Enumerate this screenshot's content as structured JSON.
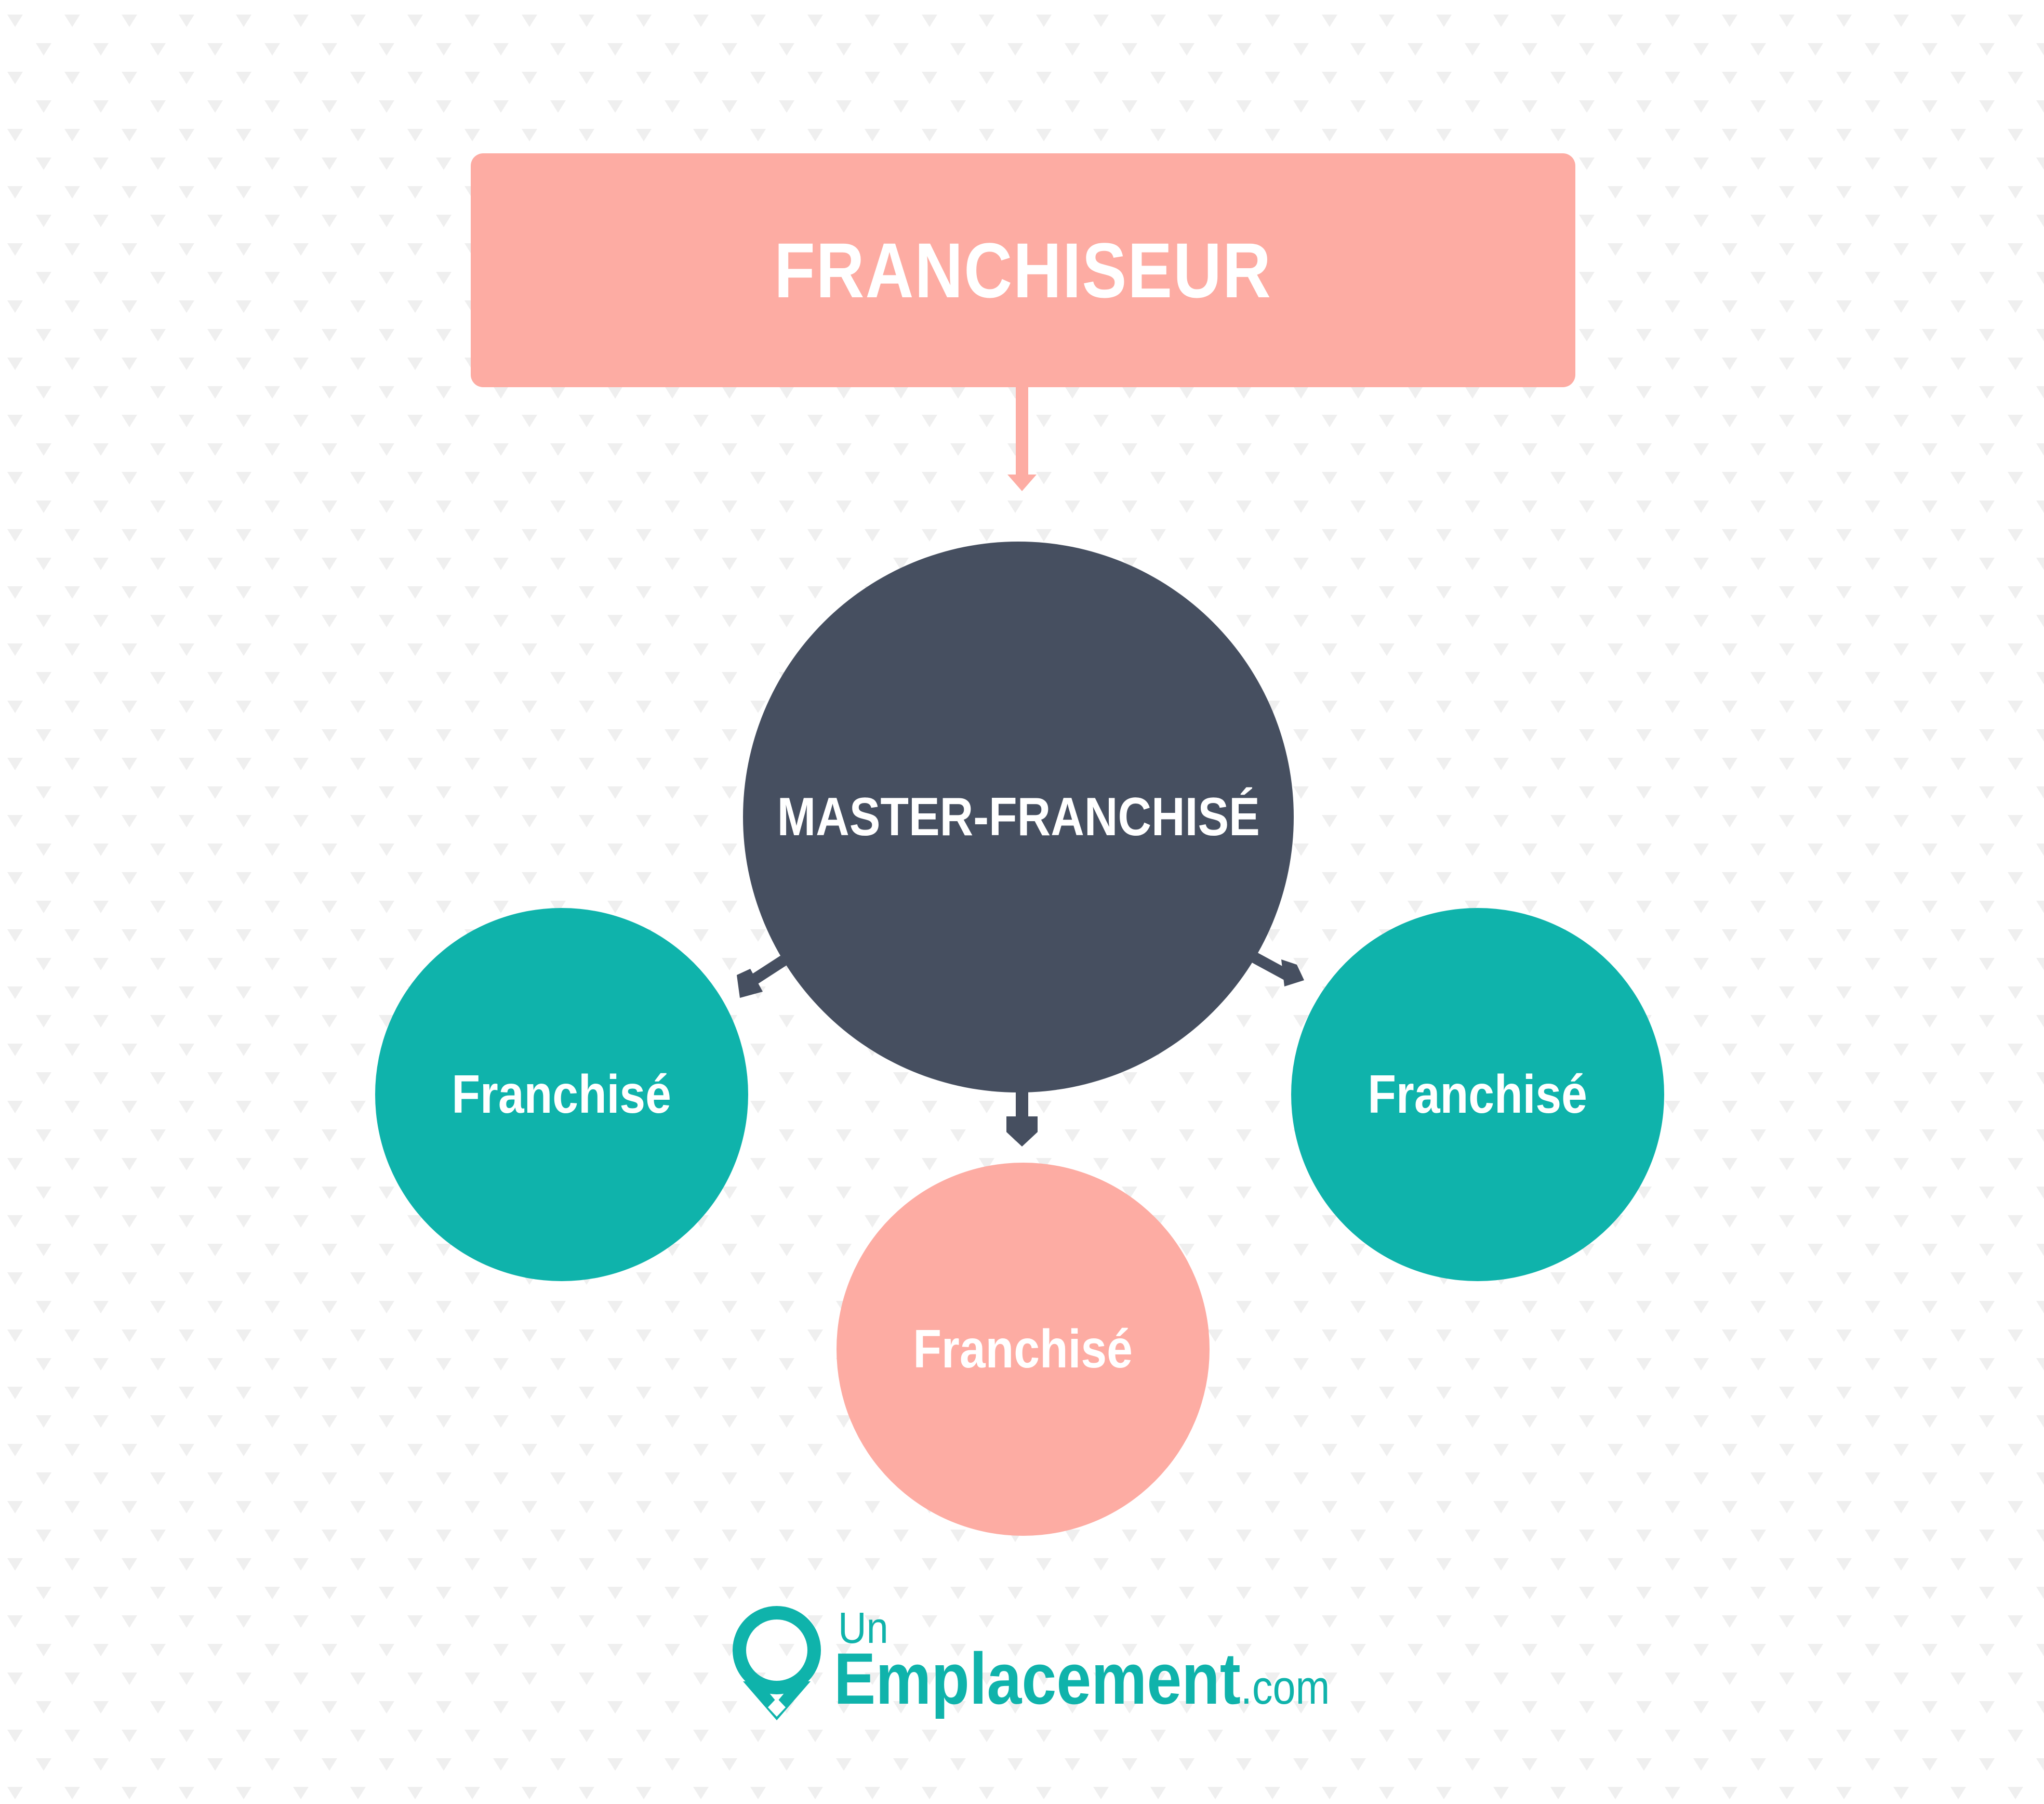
{
  "diagram": {
    "top_box_label": "FRANCHISEUR",
    "master_label": "MASTER-FRANCHISÉ",
    "franchise_left_label": "Franchisé",
    "franchise_right_label": "Franchisé",
    "franchise_bottom_label": "Franchisé"
  },
  "logo": {
    "line1": "Un",
    "main": "Emplacement",
    "suffix": ".com"
  },
  "colors": {
    "salmon": "#fdaca3",
    "slate": "#464f60",
    "teal": "#0fb3ab",
    "background": "#ffffff"
  }
}
